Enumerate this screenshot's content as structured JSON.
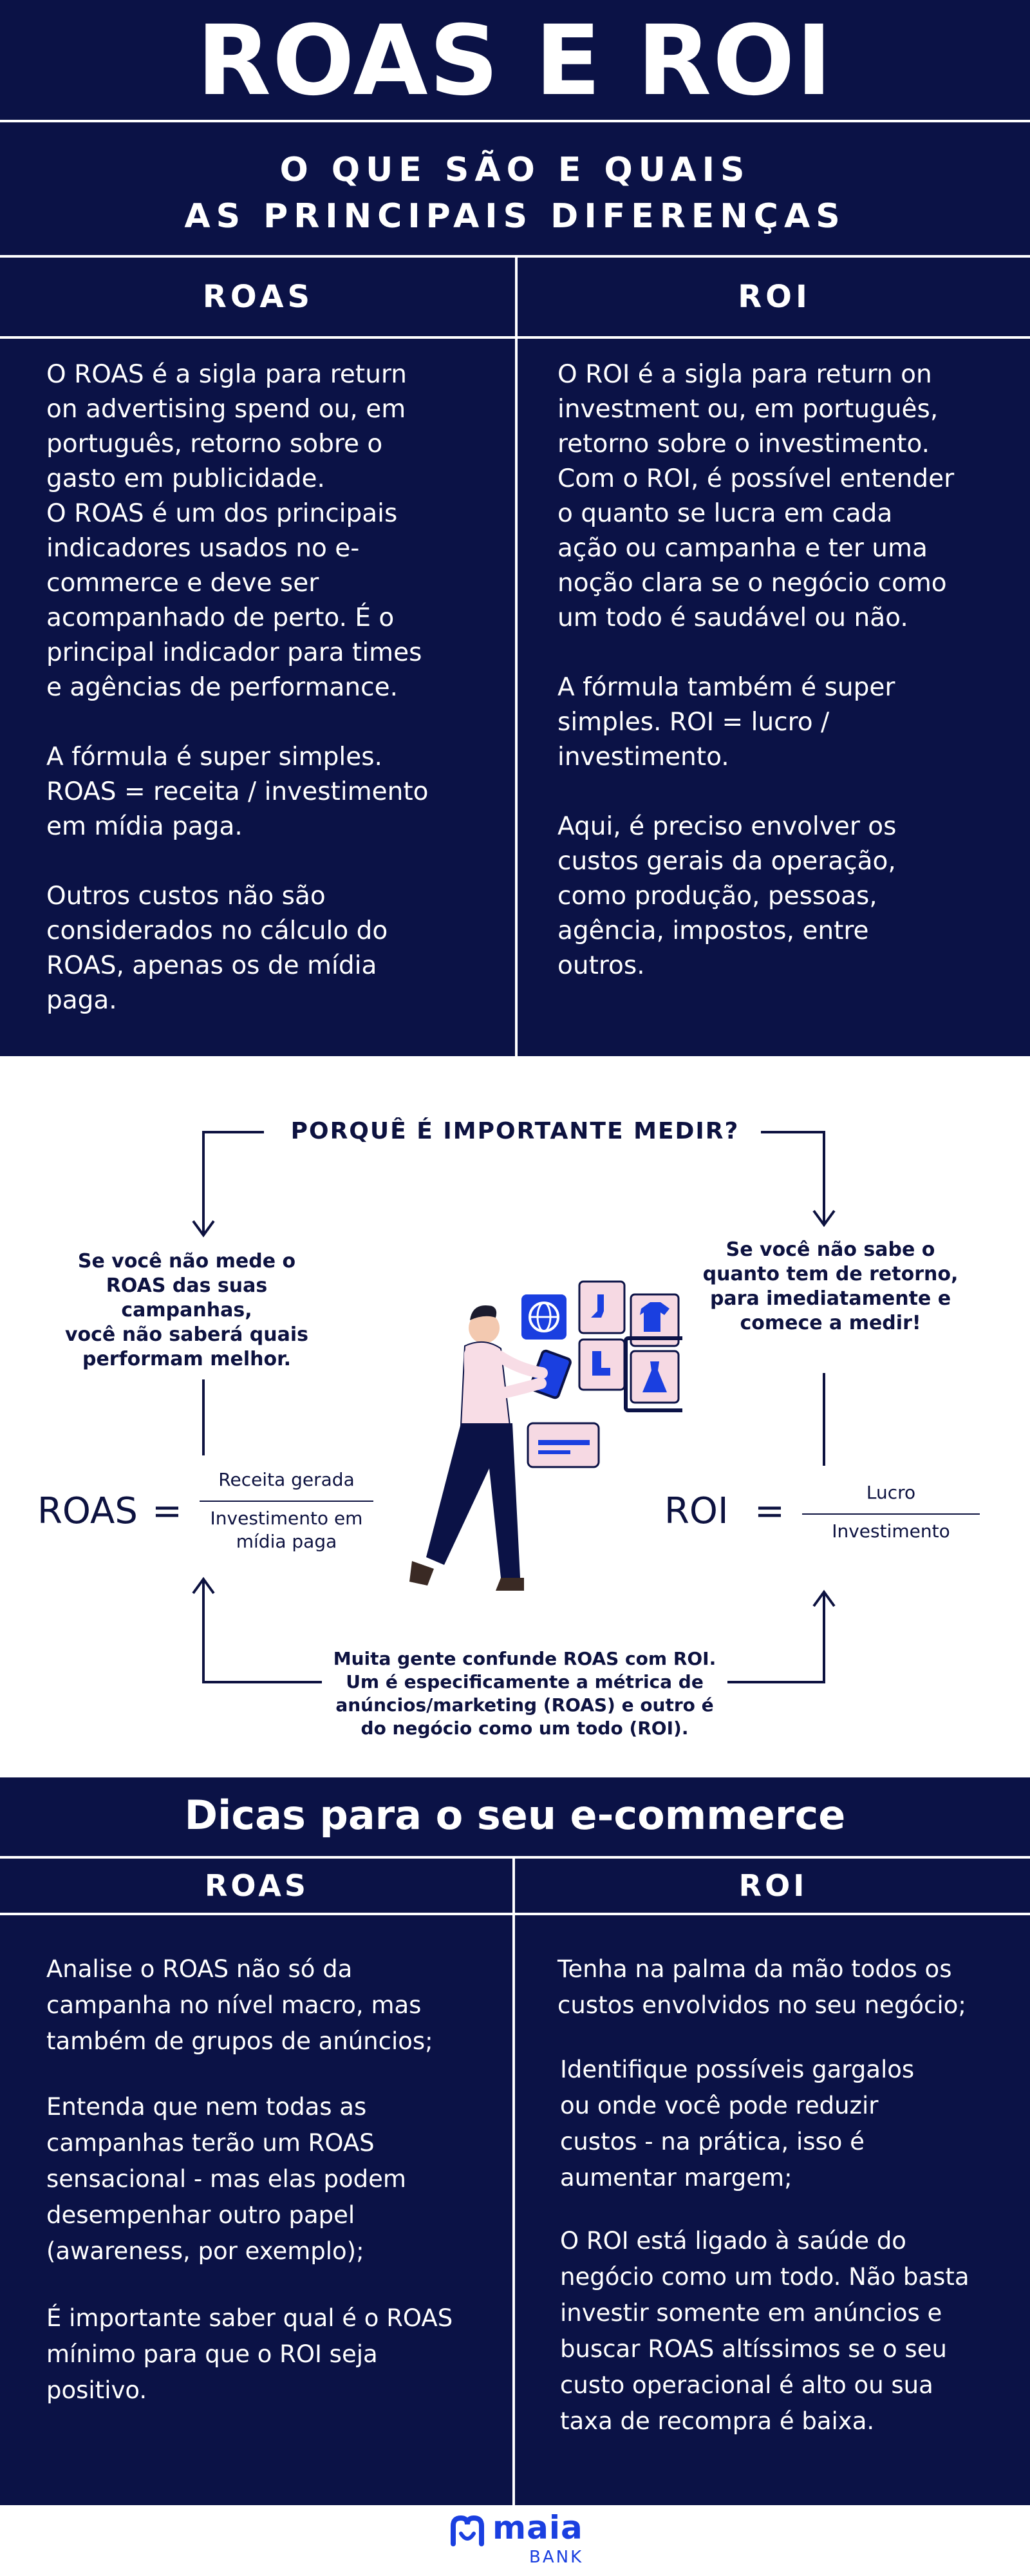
{
  "header": {
    "title": "ROAS E ROI",
    "subtitle": "O QUE SÃO E QUAIS\nAS PRINCIPAIS DIFERENÇAS"
  },
  "comparison": {
    "roas": {
      "heading": "ROAS",
      "text": "O ROAS é a sigla para return\non advertising spend ou, em\nportuguês, retorno sobre o\ngasto em publicidade.\nO ROAS é um dos principais\nindicadores usados no e-\ncommerce e deve ser\nacompanhado de perto. É o\nprincipal indicador para times\ne agências de performance.\n\nA fórmula é super simples.\nROAS = receita / investimento\nem mídia paga.\n\nOutros custos não são\nconsiderados no cálculo do\nROAS, apenas os de mídia\npaga."
    },
    "roi": {
      "heading": "ROI",
      "text": "O ROI é a sigla para return on\ninvestment ou, em português,\nretorno sobre o investimento.\nCom o ROI, é possível entender\no quanto se lucra em cada\nação ou campanha e ter uma\nnoção clara se o negócio como\num todo é saudável ou não.\n\nA fórmula também é super\nsimples. ROI = lucro /\ninvestimento.\n\nAqui, é preciso envolver os\ncustos gerais da operação,\ncomo produção, pessoas,\nagência, impostos, entre\noutros."
    }
  },
  "why": {
    "title": "PORQUÊ É IMPORTANTE MEDIR?",
    "note_left": "Se você não mede o\nROAS das suas campanhas,\nvocê não saberá quais\nperformam melhor.",
    "note_right": "Se você não sabe o\nquanto tem de retorno,\npara imediatamente e\ncomece a medir!",
    "note_bottom": "Muita gente confunde ROAS com ROI.\nUm é especificamente a métrica de\nanúncios/marketing (ROAS) e outro é\ndo negócio como um todo (ROI).",
    "roas_formula": {
      "label": "ROAS",
      "equals": "=",
      "numerator": "Receita gerada",
      "denominator": "Investimento em\nmídia paga"
    },
    "roi_formula": {
      "label": "ROI",
      "equals": "=",
      "numerator": "Lucro",
      "denominator": "Investimento"
    }
  },
  "tips": {
    "title": "Dicas para o seu e-commerce",
    "roas": {
      "heading": "ROAS",
      "items": [
        "Analise o ROAS não só da\ncampanha no nível macro, mas\ntambém de grupos de anúncios;",
        "Entenda que nem todas as\ncampanhas terão um ROAS\nsensacional - mas elas podem\ndesempenhar outro papel\n(awareness, por exemplo);",
        "É importante saber qual é o ROAS\nmínimo para que o ROI seja\npositivo."
      ]
    },
    "roi": {
      "heading": "ROI",
      "items": [
        "Tenha na palma da mão todos os\ncustos envolvidos no seu negócio;",
        "Identifique possíveis gargalos\nou onde você pode reduzir\ncustos - na prática, isso é\naumentar margem;",
        "O ROI está ligado à saúde do\nnegócio como um todo. Não basta\ninvestir somente em anúncios e\nbuscar ROAS altíssimos se o seu\ncusto operacional é alto ou sua\ntaxa de recompra é baixa."
      ]
    }
  },
  "footer": {
    "brand": "maia",
    "brand_sub": "BANK",
    "logo_icon": "maia-logo-icon"
  },
  "colors": {
    "navy": "#0b1246",
    "brand_blue": "#1a3fe0",
    "accent_pink": "#f6d9e3"
  }
}
